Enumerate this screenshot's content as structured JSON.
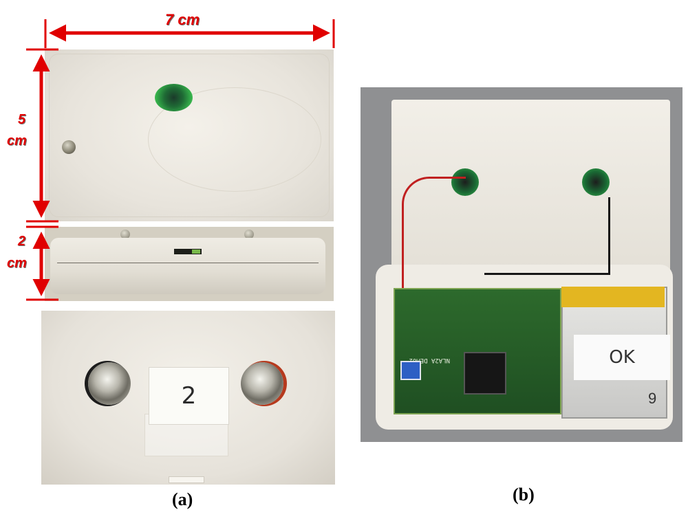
{
  "dimensions": {
    "width_label": "7 cm",
    "height_label_value": "5",
    "height_label_unit": "cm",
    "depth_label_value": "2",
    "depth_label_unit": "cm",
    "arrow_color": "#e00000"
  },
  "photos": {
    "bottom_label_text": "2",
    "open_ok_label": "OK",
    "open_battery_number": "9",
    "open_module_text": "NLA2A DEM02"
  },
  "captions": {
    "left": "(a)",
    "right": "(b)"
  }
}
